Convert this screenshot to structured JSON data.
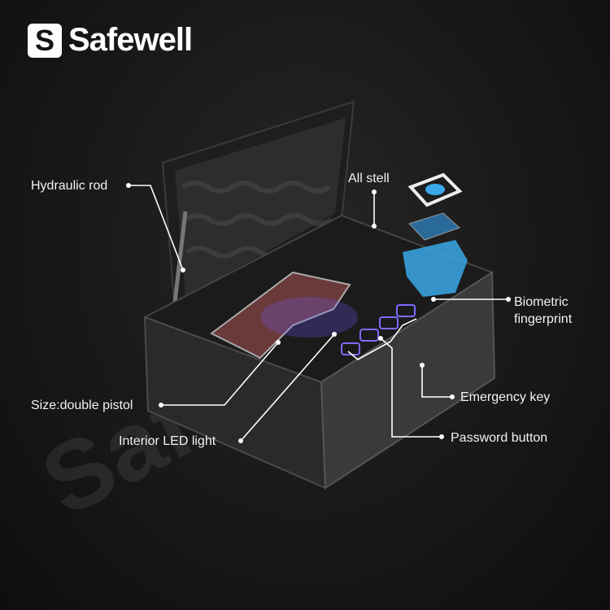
{
  "brand": {
    "name": "Safewell",
    "watermark": "Safewell"
  },
  "callouts": {
    "hydraulic_rod": "Hydraulic rod",
    "all_steel": "All stell",
    "biometric_1": "Biometric",
    "biometric_2": "fingerprint",
    "emergency_key": "Emergency key",
    "password_button": "Password button",
    "size": "Size:double pistol",
    "led_light": "Interior LED light"
  },
  "colors": {
    "background": "#181818",
    "text": "#ffffff",
    "led": "#6a5cff",
    "sensor": "#3aa8e8"
  },
  "product": {
    "keypad_buttons": 4
  }
}
